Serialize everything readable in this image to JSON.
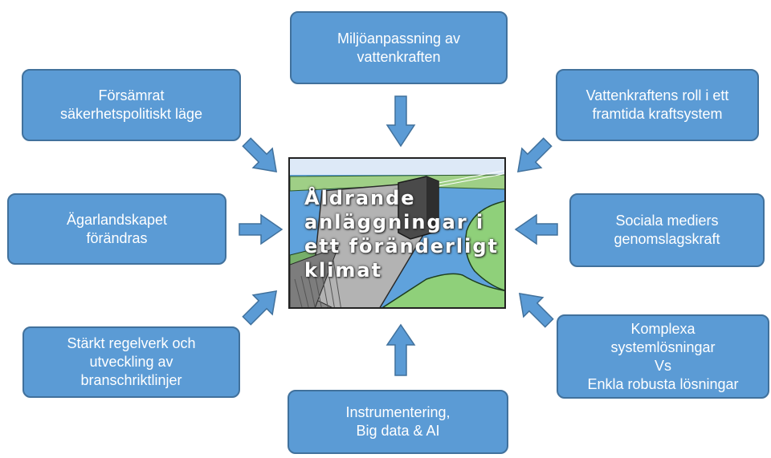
{
  "center": {
    "lines": [
      "Åldrande",
      "anläggningar i",
      "ett föränderligt",
      "klimat"
    ]
  },
  "boxes": {
    "top": [
      "Miljöanpassning  av",
      "vattenkraften"
    ],
    "top_left": [
      "Försämrat",
      "säkerhetspolitiskt  läge"
    ],
    "top_right": [
      "Vattenkraftens  roll i ett",
      "framtida kraftsystem"
    ],
    "mid_left": [
      "Ägarlandskapet",
      "förändras"
    ],
    "mid_right": [
      "Sociala mediers",
      "genomslagskraft"
    ],
    "bottom_left": [
      "Stärkt regelverk och",
      "utveckling av",
      "branschriktlinjer"
    ],
    "bottom_right": [
      "Komplexa",
      "systemlösningar",
      "Vs",
      "Enkla robusta lösningar"
    ],
    "bottom": [
      "Instrumentering,",
      "Big data & AI"
    ]
  },
  "colors": {
    "box_fill": "#5b9bd5",
    "box_border": "#41719c",
    "arrow": "#5b9bd5"
  }
}
